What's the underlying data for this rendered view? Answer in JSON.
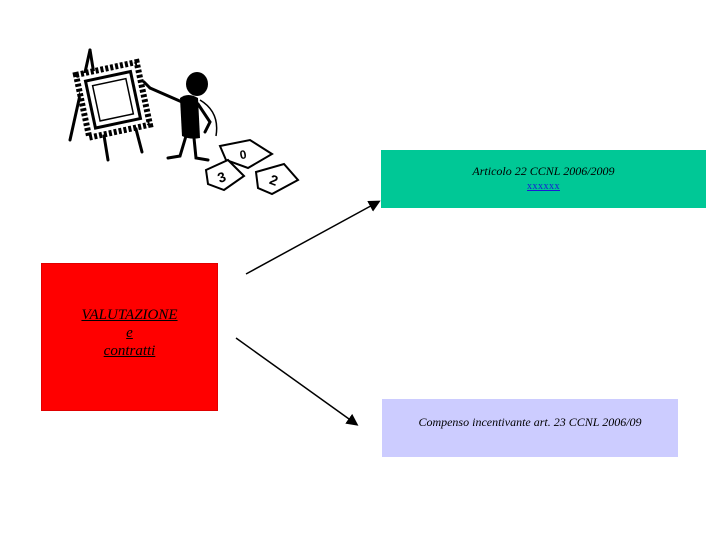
{
  "central_node": {
    "lines": [
      "VALUTAZIONE",
      "e",
      "contratti"
    ],
    "color": "#ff0000"
  },
  "top_node": {
    "title": "Articolo 22  CCNL 2006/2009",
    "link": "xxxxxx",
    "color": "#00c896"
  },
  "bottom_node": {
    "title": "Compenso incentivante art. 23 CCNL 2006/09",
    "color": "#ccccff"
  },
  "clipart": {
    "icon": "painter-easel-clipart"
  }
}
